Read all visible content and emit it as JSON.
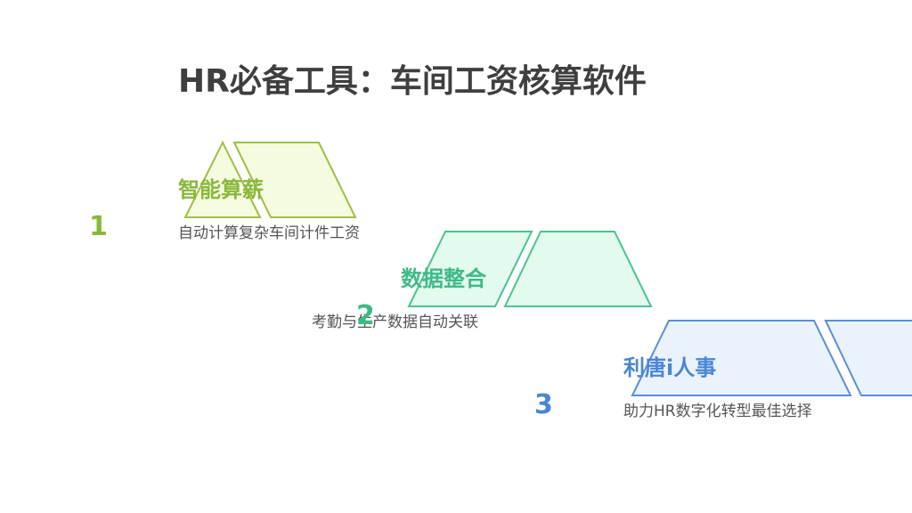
{
  "title": "HR必备工具：车间工资核算软件",
  "steps": [
    {
      "number": "1",
      "title": "智能算薪",
      "desc": "自动计算复杂车间计件工资",
      "color": "#8ab83a",
      "fill": "#f4fbdf",
      "stroke": "#9ec044"
    },
    {
      "number": "2",
      "title": "数据整合",
      "desc": "考勤与生产数据自动关联",
      "color": "#3dbb85",
      "fill": "#e3faee",
      "stroke": "#4cc48f"
    },
    {
      "number": "3",
      "title": "利唐i人事",
      "desc": "助力HR数字化转型最佳选择",
      "color": "#4a86d6",
      "fill": "#eaf2fd",
      "stroke": "#5b8fd8"
    }
  ]
}
